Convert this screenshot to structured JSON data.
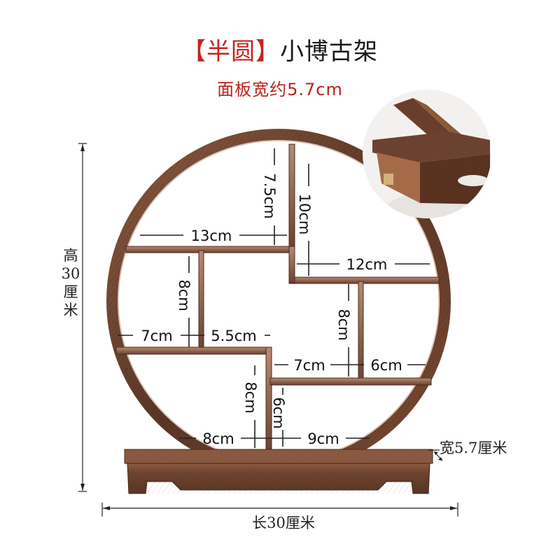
{
  "header": {
    "bracket_open": "【",
    "tag": "半圆",
    "bracket_close": "】",
    "title": "小博古架",
    "subtitle": "面板宽约5.7cm"
  },
  "colors": {
    "accent_red": "#c8231d",
    "wood_dark": "#4a2c1e",
    "wood_mid": "#7a4e36",
    "wood_light": "#9c6a4c"
  },
  "dimensions": {
    "height_label": [
      "高",
      "30",
      "厘",
      "米"
    ],
    "length_label": "长30厘米",
    "depth_label": "宽5.7厘米"
  },
  "compartments": {
    "top_left_height": "7.5cm",
    "top_right_height": "10cm",
    "top_left_width": "13cm",
    "right_upper_width": "12cm",
    "mid_left_height": "8cm",
    "mid_left_width": "7cm",
    "mid_center_width": "5.5cm",
    "right_mid_height": "8cm",
    "right_mid_left_width": "7cm",
    "right_mid_right_width": "6cm",
    "bottom_left_height": "8cm",
    "bottom_right_height": "6cm",
    "bottom_left_width": "8cm",
    "bottom_right_width": "9cm"
  },
  "inset_photo": {
    "description": "close-up-of-panel-thickness"
  }
}
